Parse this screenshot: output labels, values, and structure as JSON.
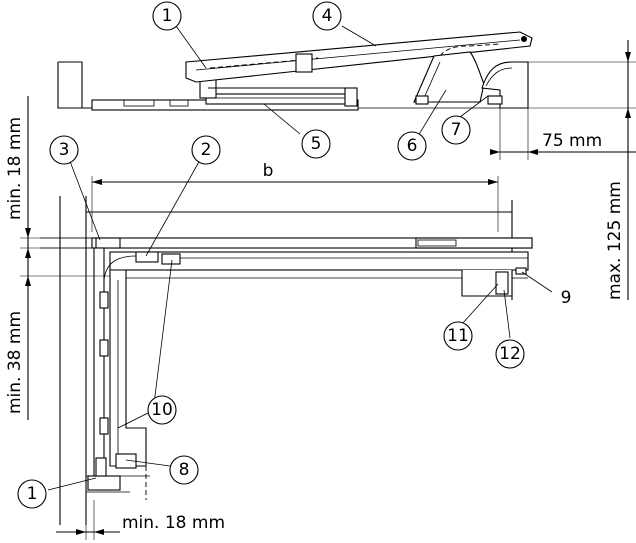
{
  "callouts": {
    "c1_top": "1",
    "c1_bottom": "1",
    "c2": "2",
    "c3": "3",
    "c4": "4",
    "c5": "5",
    "c6": "6",
    "c7": "7",
    "c8": "8",
    "c9": "9",
    "c10": "10",
    "c11": "11",
    "c12": "12"
  },
  "dimensions": {
    "side_clearance": "75 mm",
    "width_b": "b",
    "max_height": "max. 125 mm",
    "min_top": "min. 18 mm",
    "min_side": "min. 38 mm",
    "min_bottom": "min. 18 mm"
  }
}
